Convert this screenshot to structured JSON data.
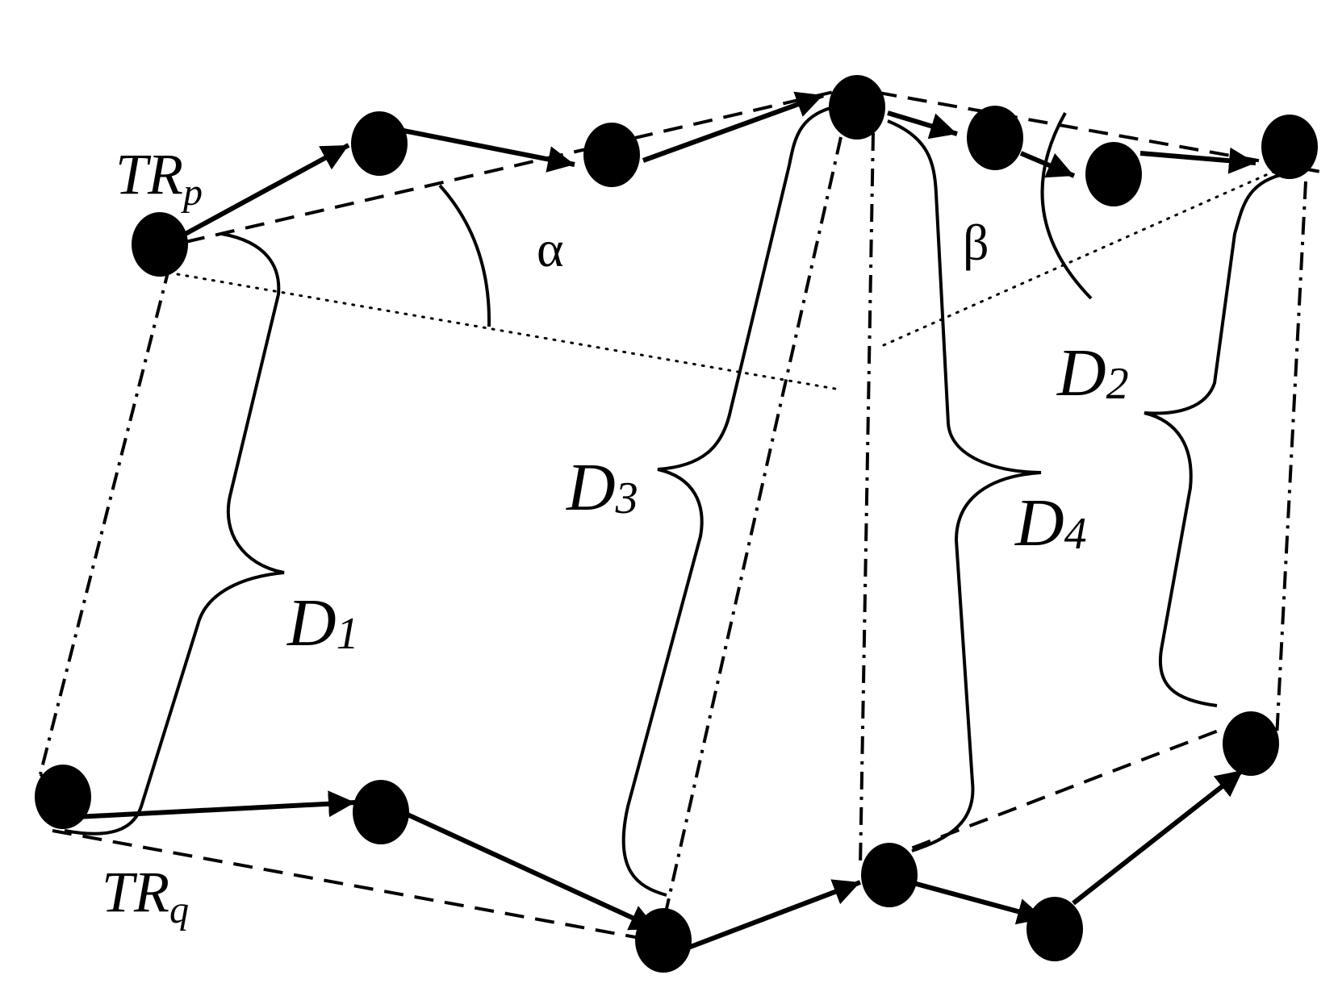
{
  "colors": {
    "ink": "#000000",
    "background": "#ffffff"
  },
  "labels": {
    "trajectory_p": {
      "main": "TR",
      "sub": "p"
    },
    "trajectory_q": {
      "main": "TR",
      "sub": "q"
    },
    "alpha": "α",
    "beta": "β",
    "d1": {
      "main": "D",
      "sub": "1"
    },
    "d2": {
      "main": "D",
      "sub": "2"
    },
    "d3": {
      "main": "D",
      "sub": "3"
    },
    "d4": {
      "main": "D",
      "sub": "4"
    }
  }
}
